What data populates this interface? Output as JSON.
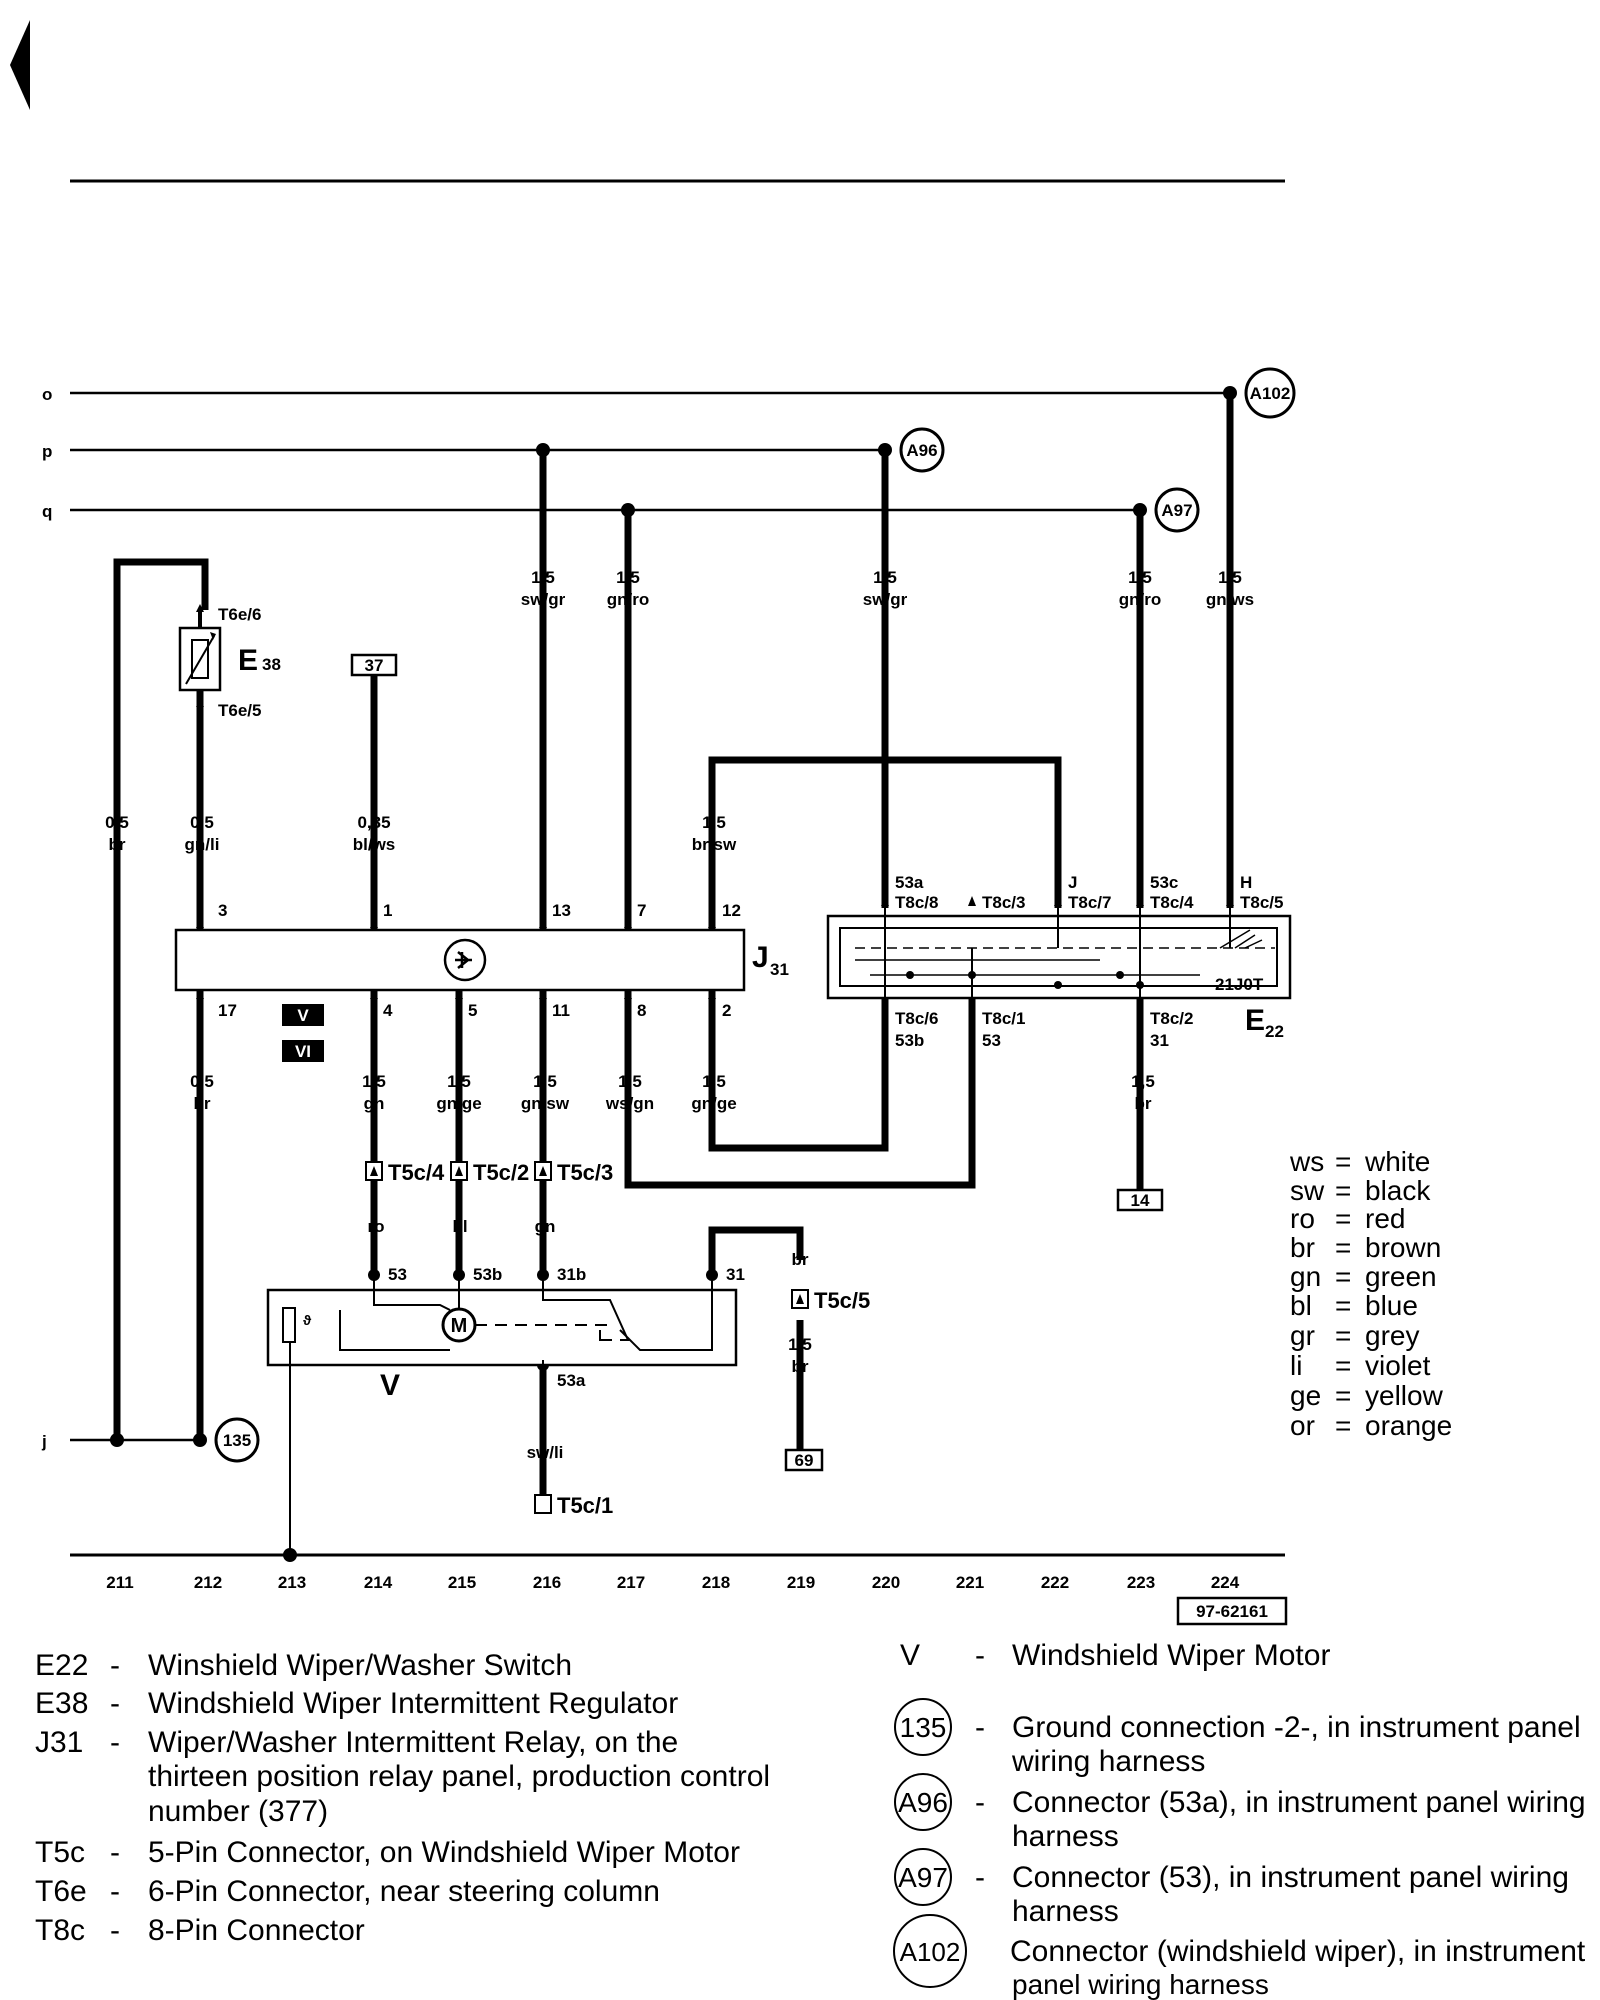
{
  "buses": [
    {
      "id": "o",
      "label": "o"
    },
    {
      "id": "p",
      "label": "p"
    },
    {
      "id": "q",
      "label": "q"
    },
    {
      "id": "j",
      "label": "j"
    }
  ],
  "connectors_top": {
    "a102": "A102",
    "a96": "A96",
    "a97": "A97",
    "g135": "135"
  },
  "wires": [
    {
      "size": "1,5",
      "color": "sw/gr"
    },
    {
      "size": "1,5",
      "color": "gn/ro"
    },
    {
      "size": "1,5",
      "color": "sw/gr"
    },
    {
      "size": "1,5",
      "color": "gn/ro"
    },
    {
      "size": "1,5",
      "color": "gn/ws"
    },
    {
      "size": "0,5",
      "color": "br"
    },
    {
      "size": "0,5",
      "color": "gn/li"
    },
    {
      "size": "0,35",
      "color": "bl/ws"
    },
    {
      "size": "1,5",
      "color": "br/sw"
    },
    {
      "size": "0,5",
      "color": "br"
    },
    {
      "size": "1,5",
      "color": "gn"
    },
    {
      "size": "1,5",
      "color": "gn/ge"
    },
    {
      "size": "1,5",
      "color": "gn/sw"
    },
    {
      "size": "1,5",
      "color": "ws/gn"
    },
    {
      "size": "1,5",
      "color": "gn/ge"
    },
    {
      "size": "1,5",
      "color": "br"
    },
    {
      "size": "1,5",
      "color": "br"
    }
  ],
  "components": {
    "e38_letter": "E",
    "e38_sub": "38",
    "t6e6": "T6e/6",
    "t6e5": "T6e/5",
    "j31_letter": "J",
    "j31_sub": "31",
    "e22_letter": "E",
    "e22_sub": "22",
    "e22_code": "21J0T",
    "v_label": "V",
    "motor_symbol": "M",
    "box37": "37",
    "box14": "14",
    "box69": "69",
    "badge_v": "V",
    "badge_vi": "VI"
  },
  "j31_pins_top": [
    "3",
    "1",
    "13",
    "7",
    "12"
  ],
  "j31_pins_bottom": [
    "17",
    "4",
    "5",
    "11",
    "8",
    "2"
  ],
  "e22_top": [
    {
      "func": "53a",
      "pin": "T8c/8"
    },
    {
      "func": "",
      "pin": "T8c/3"
    },
    {
      "func": "J",
      "pin": "T8c/7"
    },
    {
      "func": "53c",
      "pin": "T8c/4"
    },
    {
      "func": "H",
      "pin": "T8c/5"
    }
  ],
  "e22_bottom": [
    {
      "pin": "T8c/6",
      "func": "53b"
    },
    {
      "pin": "T8c/1",
      "func": "53"
    },
    {
      "pin": "T8c/2",
      "func": "31"
    }
  ],
  "t5c": {
    "c4": "T5c/4",
    "c2": "T5c/2",
    "c3": "T5c/3",
    "c5": "T5c/5",
    "c1": "T5c/1"
  },
  "motor_wire_colors": [
    "ro",
    "bl",
    "gn",
    "br",
    "sw/li"
  ],
  "motor_terms": [
    "53",
    "53b",
    "31b",
    "31",
    "53a"
  ],
  "track_numbers": [
    "211",
    "212",
    "213",
    "214",
    "215",
    "216",
    "217",
    "218",
    "219",
    "220",
    "221",
    "222",
    "223",
    "224"
  ],
  "ref_code": "97-62161",
  "color_key": [
    {
      "abbr": "ws",
      "name": "white"
    },
    {
      "abbr": "sw",
      "name": "black"
    },
    {
      "abbr": "ro",
      "name": "red"
    },
    {
      "abbr": "br",
      "name": "brown"
    },
    {
      "abbr": "gn",
      "name": "green"
    },
    {
      "abbr": "bl",
      "name": "blue"
    },
    {
      "abbr": "gr",
      "name": "grey"
    },
    {
      "abbr": "li",
      "name": "violet"
    },
    {
      "abbr": "ge",
      "name": "yellow"
    },
    {
      "abbr": "or",
      "name": "orange"
    }
  ],
  "legend_left": [
    {
      "code": "E22",
      "lines": [
        "Winshield Wiper/Washer Switch"
      ]
    },
    {
      "code": "E38",
      "lines": [
        "Windshield Wiper Intermittent Regulator"
      ]
    },
    {
      "code": "J31",
      "lines": [
        "Wiper/Washer Intermittent Relay, on the",
        "thirteen position relay panel, production control",
        "number (377)"
      ]
    },
    {
      "code": "T5c",
      "lines": [
        "5-Pin Connector, on Windshield Wiper Motor"
      ]
    },
    {
      "code": "T6e",
      "lines": [
        "6-Pin Connector, near steering column"
      ]
    },
    {
      "code": "T8c",
      "lines": [
        "8-Pin Connector"
      ]
    }
  ],
  "legend_right": [
    {
      "code": "V",
      "lines": [
        "Windshield Wiper Motor"
      ]
    },
    {
      "code": "135",
      "lines": [
        "Ground connection -2-, in instrument panel",
        "wiring harness"
      ]
    },
    {
      "code": "A96",
      "lines": [
        "Connector (53a), in instrument panel wiring",
        "harness"
      ]
    },
    {
      "code": "A97",
      "lines": [
        "Connector (53), in instrument panel wiring",
        "harness"
      ]
    },
    {
      "code": "A102",
      "lines": [
        "Connector (windshield wiper), in instrument",
        "panel wiring harness"
      ]
    }
  ],
  "dash": "-"
}
